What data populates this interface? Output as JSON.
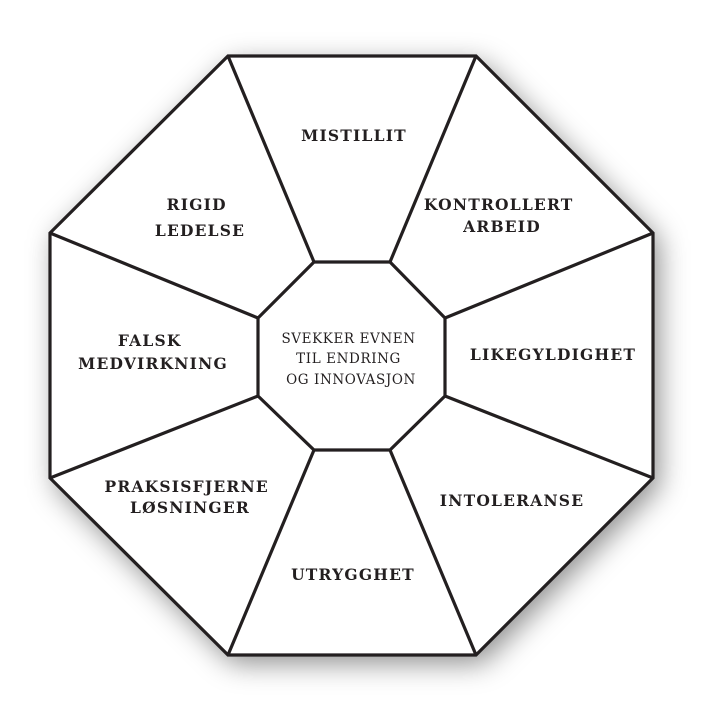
{
  "center": {
    "lines": [
      "SVEKKER EVNEN",
      "TIL ENDRING",
      "OG INNOVASJON"
    ]
  },
  "segments": [
    {
      "id": "mistillit",
      "lines": [
        "MISTILLIT"
      ]
    },
    {
      "id": "kontrollert-arbeid",
      "lines": [
        "KONTROLLERT",
        "ARBEID"
      ]
    },
    {
      "id": "likegyldighet",
      "lines": [
        "LIKEGYLDIGHET"
      ]
    },
    {
      "id": "intoleranse",
      "lines": [
        "INTOLERANSE"
      ]
    },
    {
      "id": "utrygghet",
      "lines": [
        "UTRYGGHET"
      ]
    },
    {
      "id": "praksisfjerne-losninger",
      "lines": [
        "PRAKSISFJERNE",
        "LØSNINGER"
      ]
    },
    {
      "id": "falsk-medvirkning",
      "lines": [
        "FALSK",
        "MEDVIRKNING"
      ]
    },
    {
      "id": "rigid-ledelse",
      "lines": [
        "RIGID",
        "LEDELSE"
      ]
    }
  ],
  "colors": {
    "stroke": "#231f20",
    "fill": "#ffffff",
    "shadow": "#000000"
  }
}
